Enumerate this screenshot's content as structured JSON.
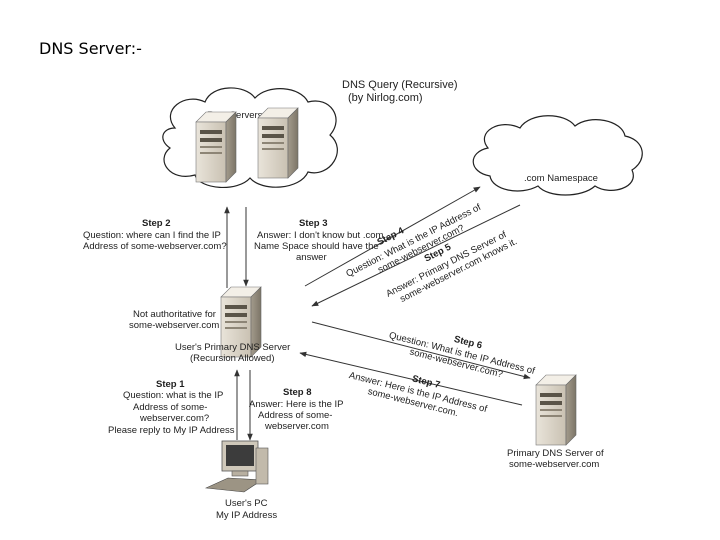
{
  "slide": {
    "title": "DNS Server:-"
  },
  "diagram": {
    "heading": [
      "DNS Query (Recursive)",
      "(by Nirlog.com)"
    ],
    "root_servers": "Root Servers",
    "com_namespace": ".com Namespace",
    "step2": {
      "title": "Step 2",
      "lines": [
        "Question: where can I find the IP",
        "Address of some-webserver.com?"
      ]
    },
    "step3": {
      "title": "Step 3",
      "lines": [
        "Answer: I don't know but .com",
        "Name Space should have the",
        "answer"
      ]
    },
    "step4": {
      "title": "Step 4",
      "lines": [
        "Question: What is the IP Address of",
        "some-webserver.com?"
      ]
    },
    "step5": {
      "title": "Step 5",
      "lines": [
        "Answer: Primary DNS Server of",
        "some-webserver.com knows it."
      ]
    },
    "not_authoritative": [
      "Not authoritative for",
      "some-webserver.com"
    ],
    "primary_dns": [
      "User's Primary DNS Server",
      "(Recursion Allowed)"
    ],
    "step6": {
      "title": "Step 6",
      "lines": [
        "Question: What is the IP Address of",
        "some-webserver.com?"
      ]
    },
    "step7": {
      "title": "Step 7",
      "lines": [
        "Answer: Here is the IP Address of",
        "some-webserver.com."
      ]
    },
    "step1": {
      "title": "Step 1",
      "lines": [
        "Question: what is the IP",
        "Address of some-",
        "webserver.com?",
        "Please reply to My IP Address"
      ]
    },
    "step8": {
      "title": "Step 8",
      "lines": [
        "Answer: Here is the IP",
        "Address of some-",
        "webserver.com"
      ]
    },
    "users_pc": [
      "User's PC",
      "My IP Address"
    ],
    "target_server": [
      "Primary DNS Server of",
      "some-webserver.com"
    ]
  }
}
